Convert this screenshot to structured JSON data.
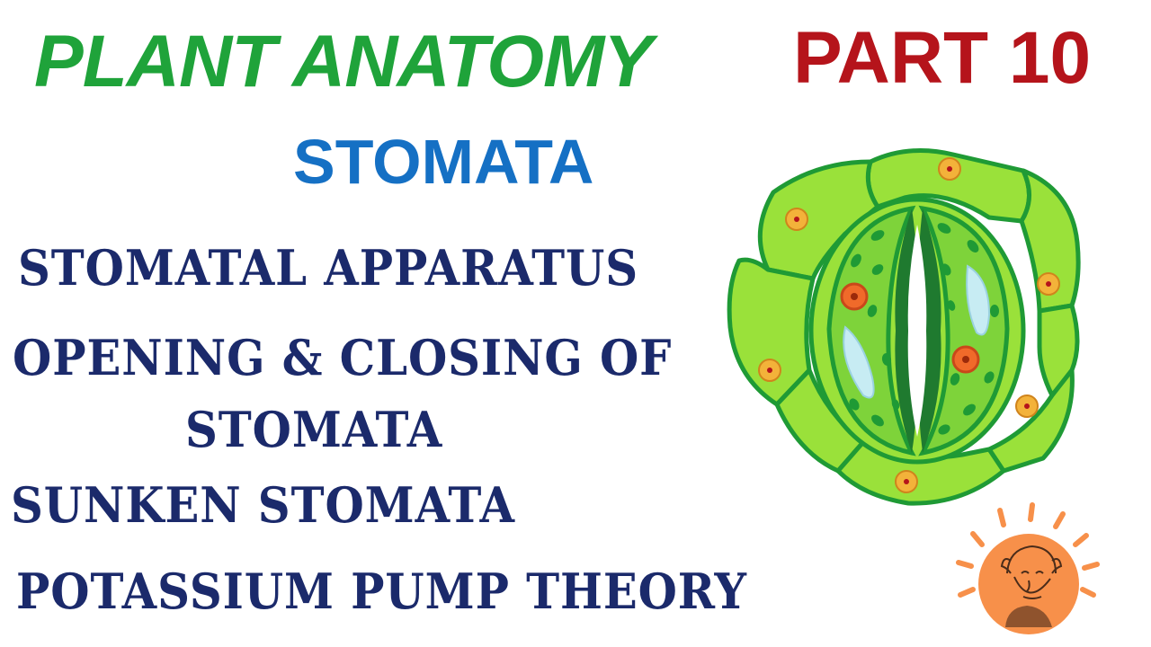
{
  "title": {
    "main": "PLANT ANATOMY",
    "part": "PART 10"
  },
  "subtitle": "STOMATA",
  "topics": [
    "STOMATAL APPARATUS",
    "OPENING & CLOSING OF",
    "STOMATA",
    "SUNKEN STOMATA",
    "POTASSIUM PUMP THEORY"
  ],
  "illustration": {
    "icon": "stomata-diagram-icon",
    "colors": {
      "cell_fill": "#9ae13a",
      "cell_stroke": "#1f9a35",
      "guard_fill": "#7ed33a",
      "chloroplast": "#1f9a35",
      "nucleus": "#f06a2a",
      "vacuole": "#c7ecf3"
    }
  },
  "logo": {
    "icon": "sunburst-portrait-logo-icon",
    "color": "#f7904a"
  },
  "colors": {
    "title_green": "#1fa33a",
    "title_red": "#b5141b",
    "subtitle_blue": "#1570c4",
    "topic_navy": "#1b2a6b"
  }
}
